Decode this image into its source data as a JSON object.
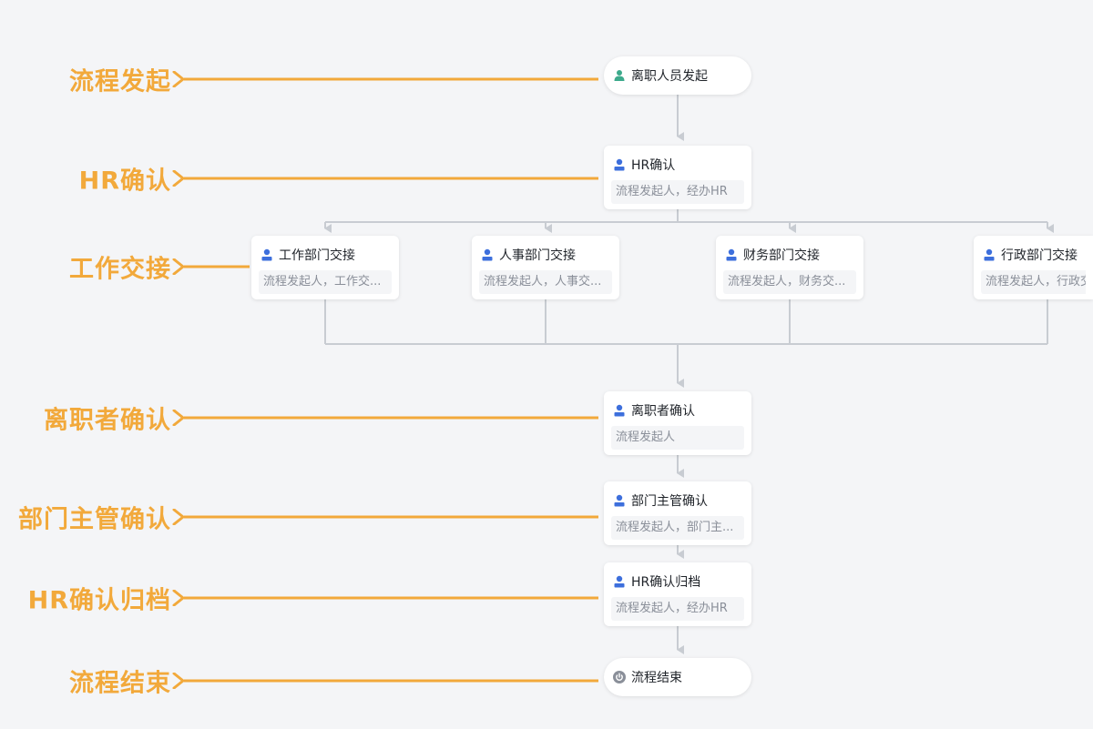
{
  "colors": {
    "background": "#f4f5f7",
    "annotation": "#f2a93b",
    "connector": "#c8ccd2",
    "person_icon": "#3d6fdc",
    "start_icon": "#3daa8c",
    "end_icon": "#8a8f99"
  },
  "annotations": [
    {
      "id": "start",
      "text": "流程发起"
    },
    {
      "id": "hr-confirm",
      "text": "HR确认"
    },
    {
      "id": "handover",
      "text": "工作交接"
    },
    {
      "id": "leaver-confirm",
      "text": "离职者确认"
    },
    {
      "id": "manager-confirm",
      "text": "部门主管确认"
    },
    {
      "id": "hr-archive",
      "text": "HR确认归档"
    },
    {
      "id": "end",
      "text": "流程结束"
    }
  ],
  "nodes": {
    "start": {
      "title": "离职人员发起",
      "icon": "person-start-icon"
    },
    "hr_confirm": {
      "title": "HR确认",
      "sub": "流程发起人，经办HR",
      "icon": "person-icon"
    },
    "work_handover": {
      "title": "工作部门交接",
      "sub": "流程发起人，工作交...",
      "icon": "person-icon"
    },
    "hr_dept_handover": {
      "title": "人事部门交接",
      "sub": "流程发起人，人事交...",
      "icon": "person-icon"
    },
    "finance_handover": {
      "title": "财务部门交接",
      "sub": "流程发起人，财务交...",
      "icon": "person-icon"
    },
    "admin_handover": {
      "title": "行政部门交接",
      "sub": "流程发起人，行政交",
      "icon": "person-icon"
    },
    "leaver_confirm": {
      "title": "离职者确认",
      "sub": "流程发起人",
      "icon": "person-icon"
    },
    "manager_confirm": {
      "title": "部门主管确认",
      "sub": "流程发起人，部门主...",
      "icon": "person-icon"
    },
    "hr_archive": {
      "title": "HR确认归档",
      "sub": "流程发起人，经办HR",
      "icon": "person-icon"
    },
    "end": {
      "title": "流程结束",
      "icon": "power-end-icon"
    }
  }
}
